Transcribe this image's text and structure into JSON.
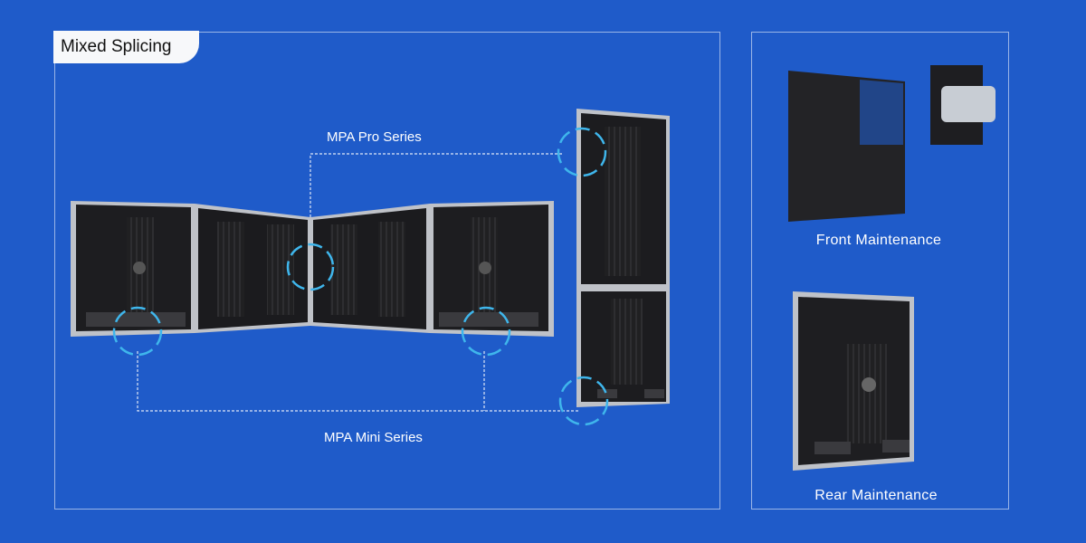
{
  "section_tab": "Mixed Splicing",
  "labels": {
    "pro_series": "MPA Pro Series",
    "mini_series": "MPA Mini Series",
    "front": "Front  Maintenance",
    "rear": "Rear  Maintenance"
  },
  "colors": {
    "background": "#1f5bc9",
    "highlight": "#3fb6ec",
    "panel": "#1c1c1e"
  }
}
